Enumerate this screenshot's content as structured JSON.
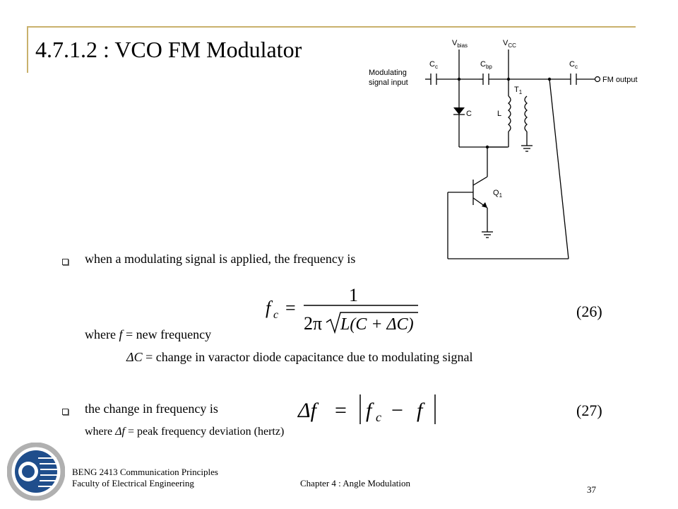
{
  "slide": {
    "title": "4.7.1.2 : VCO FM Modulator",
    "bullet1": "when a modulating signal is applied, the frequency is",
    "where1_prefix": "where ",
    "where1_var": "f",
    "where1_rest": " = new frequency",
    "delta_c_var": "ΔC",
    "delta_c_rest": " = change in varactor diode capacitance due to modulating signal",
    "bullet2": "the change in frequency is",
    "where2_prefix": "where ",
    "where2_var": "Δf",
    "where2_rest": " = peak frequency deviation (hertz)",
    "eq26_number": "(26)",
    "eq27_number": "(27)"
  },
  "equations": {
    "eq26_lhs_var": "f",
    "eq26_lhs_sub": "c",
    "eq26_equals": "=",
    "eq26_numerator": "1",
    "eq26_denominator_prefix": "2π",
    "eq26_radicand": "L(C + ΔC)",
    "eq27_lhs": "Δf",
    "eq27_equals": "=",
    "eq27_inner_var": "f",
    "eq27_inner_sub": "c",
    "eq27_minus": "−",
    "eq27_inner_right": "f"
  },
  "circuit": {
    "label_modulating_1": "Modulating",
    "label_modulating_2": "signal input",
    "label_cc_left": "C",
    "label_cc_left_sub": "c",
    "label_vbias": "V",
    "label_vbias_sub": "bias",
    "label_cbp": "C",
    "label_cbp_sub": "bp",
    "label_vcc": "V",
    "label_vcc_sub": "CC",
    "label_cc_right": "C",
    "label_cc_right_sub": "c",
    "label_fm_output": "FM output",
    "label_t1": "T",
    "label_t1_sub": "1",
    "label_c": "C",
    "label_l": "L",
    "label_q1": "Q",
    "label_q1_sub": "1"
  },
  "footer": {
    "course": "BENG 2413 Communication Principles",
    "faculty": "Faculty of Electrical Engineering",
    "chapter": "Chapter 4 : Angle Modulation",
    "page_number": "37"
  },
  "colors": {
    "frame": "#c9b16c",
    "logo_blue": "#1f4e8c",
    "logo_ring": "#b0b0b0"
  }
}
